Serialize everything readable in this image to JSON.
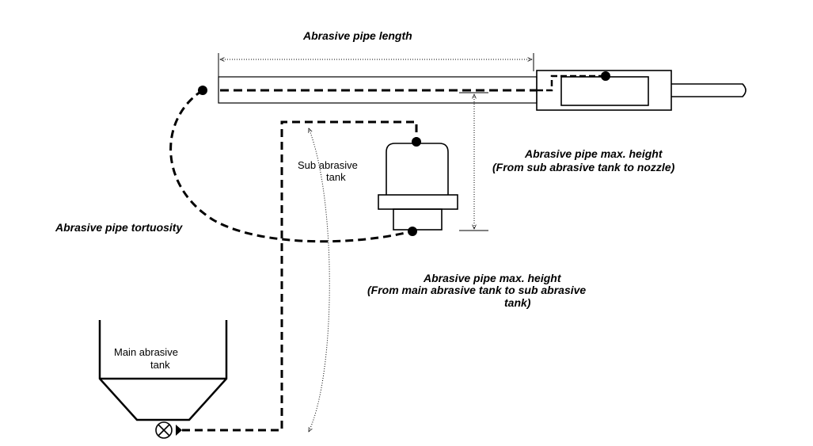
{
  "labels": {
    "pipe_length": "Abrasive pipe length",
    "max_height_nozzle_line1": "Abrasive pipe max. height",
    "max_height_nozzle_line2": "(From sub abrasive tank to nozzle)",
    "tortuosity": "Abrasive pipe tortuosity",
    "max_height_main_line1": "Abrasive pipe max. height",
    "max_height_main_line2": "(From main abrasive tank to sub abrasive",
    "max_height_main_line3": "tank)",
    "sub_tank_line1": "Sub abrasive",
    "sub_tank_line2": "tank",
    "main_tank_line1": "Main abrasive",
    "main_tank_line2": "tank"
  },
  "colors": {
    "stroke": "#000000",
    "background": "#ffffff"
  },
  "icons": {
    "valve": "valve-icon"
  }
}
